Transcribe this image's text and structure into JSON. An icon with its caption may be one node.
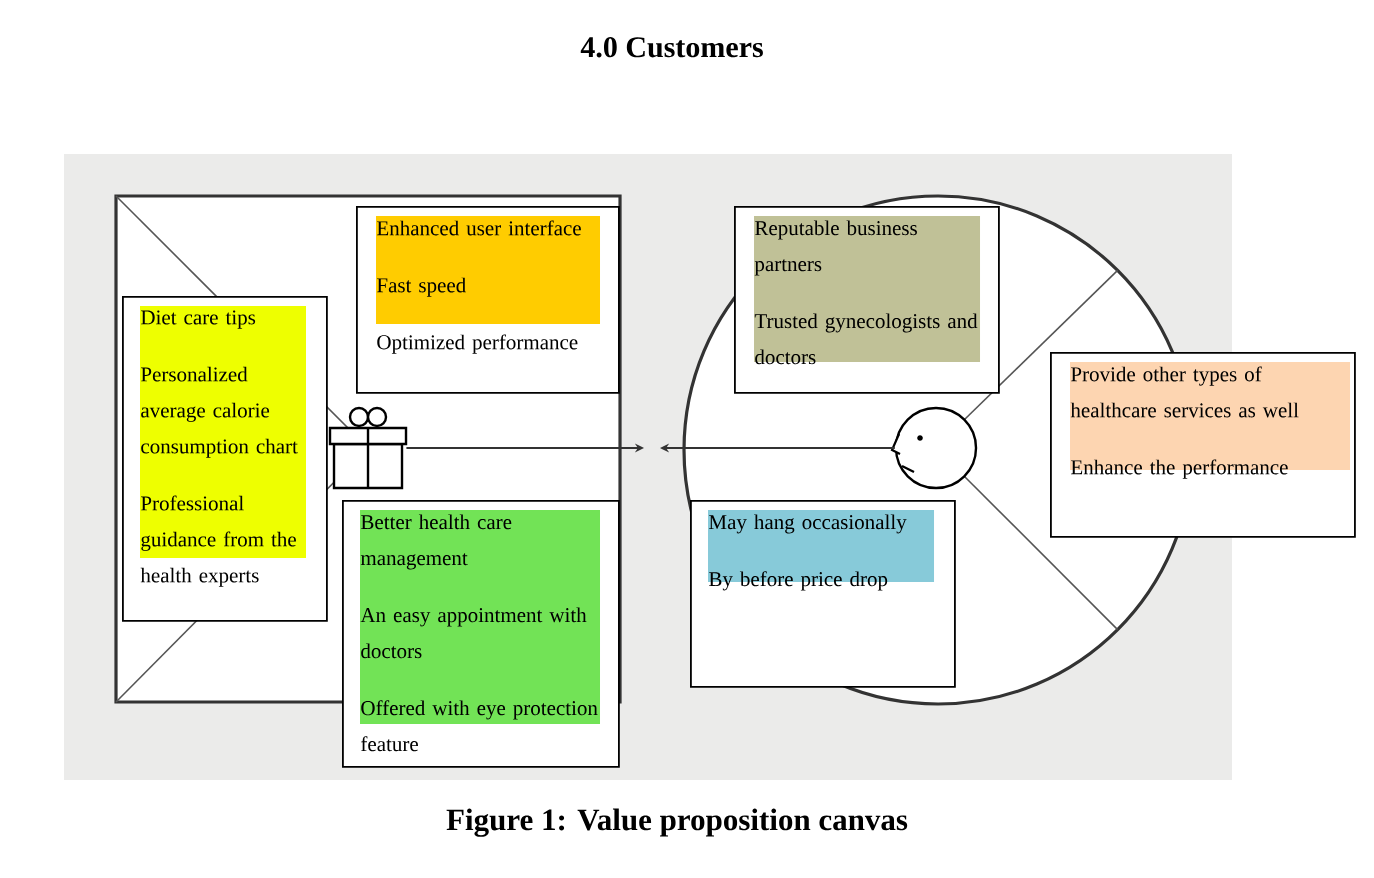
{
  "diagram": {
    "title": "4.0 Customers",
    "nodes": [
      {
        "text": [
          "Enhanced user interface",
          "Fast speed",
          "Optimized performance"
        ]
      },
      {
        "text": [
          "Diet care tips",
          "Personalized average calorie consumption chart",
          "Professional guidance from the health experts"
        ]
      },
      {
        "text": [],
        "shape": "picture"
      },
      {
        "text": [
          "Better health care management",
          "An easy appointment with doctors",
          "Offered with eye protection feature"
        ]
      },
      {
        "text": [
          "Reputable business partners",
          "Trusted gynecologists and doctors"
        ]
      },
      {
        "text": [],
        "shape": "person"
      },
      {
        "text": [
          "Provide other types of healthcare services as well",
          "Enhance the performance"
        ]
      },
      {
        "text": [
          "May hang occasionally",
          "By before price drop"
        ]
      }
    ],
    "edges": [
      {
        "from": 2,
        "to": null,
        "arrow": "to"
      },
      {
        "from": 5,
        "to": null,
        "arrow": "to"
      }
    ],
    "caption": "Figure 1: Value proposition canvas"
  }
}
